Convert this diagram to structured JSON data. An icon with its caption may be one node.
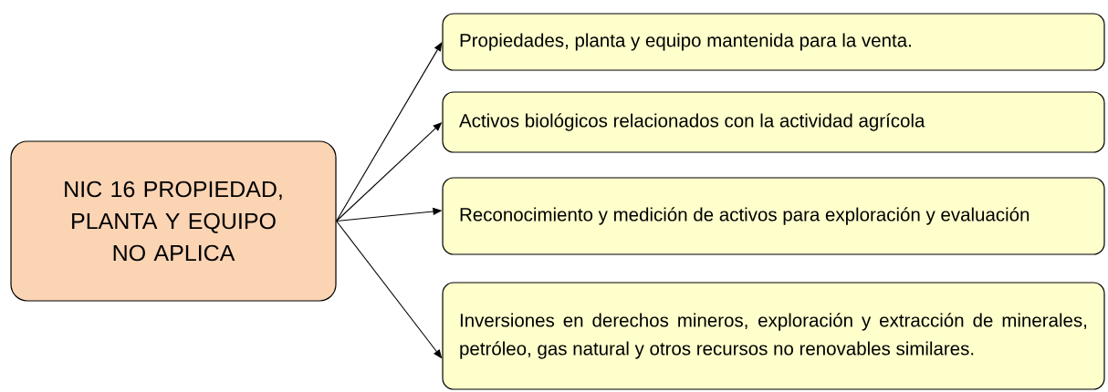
{
  "diagram": {
    "nodes": [
      {
        "text": [
          "NIC 16 PROPIEDAD, PLANTA Y EQUIPO NO APLICA"
        ]
      },
      {
        "text": [
          "Propiedades, planta y equipo mantenida para la venta."
        ]
      },
      {
        "text": [
          "Activos biológicos relacionados con la actividad agrícola"
        ]
      },
      {
        "text": [
          "Reconocimiento y medición de activos para exploración y evaluación"
        ]
      },
      {
        "text": [
          "Inversiones en derechos mineros, exploración y extracción de minerales, petróleo, gas natural y otros recursos no renovables similares."
        ]
      }
    ],
    "edges": [
      {
        "from": 0,
        "to": 1,
        "arrow": "to"
      },
      {
        "from": 0,
        "to": 2,
        "arrow": "to"
      },
      {
        "from": 0,
        "to": 3,
        "arrow": "to"
      },
      {
        "from": 0,
        "to": 4,
        "arrow": "to"
      }
    ]
  }
}
